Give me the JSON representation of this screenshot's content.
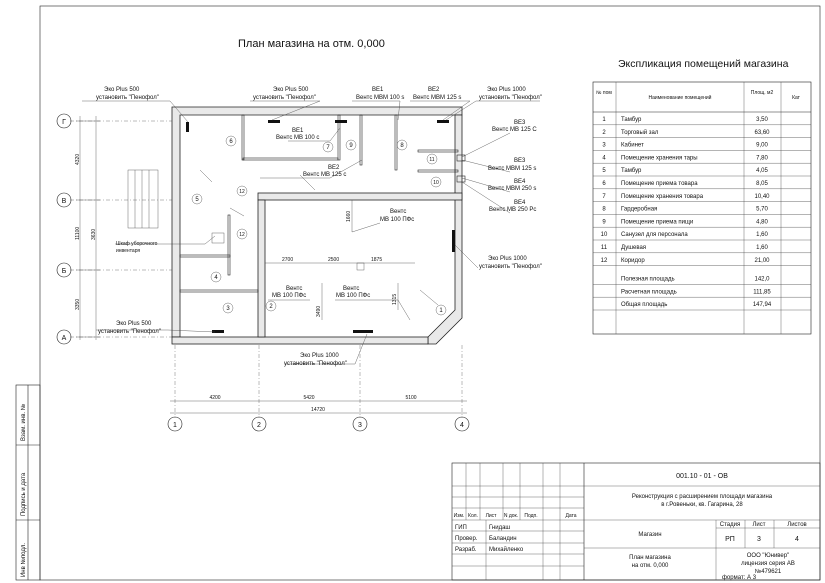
{
  "plan": {
    "title": "План магазина на отм. 0,000",
    "axes_rows": [
      "Г",
      "В",
      "Б",
      "А"
    ],
    "axes_cols": [
      "1",
      "2",
      "3",
      "4"
    ],
    "dims_left": [
      "4320",
      "3630",
      "11100",
      "3350"
    ],
    "dims_bottom": [
      "4200",
      "5420",
      "5100"
    ],
    "dim_total": "14720",
    "dims_inner": [
      "2700",
      "2500",
      "1875",
      "1660",
      "3490",
      "1315"
    ],
    "room_nums": [
      "1",
      "2",
      "3",
      "4",
      "5",
      "6",
      "7",
      "8",
      "9",
      "10",
      "11",
      "12",
      "12"
    ],
    "labels": {
      "eko_tl_1": "Эко Plus 500",
      "eko_tl_2": "установить \"Пенофол\"",
      "eko_tm_1": "Эко Plus 500",
      "eko_tm_2": "установить \"Пенофол\"",
      "be1_top_1": "ВЕ1",
      "be1_top_2": "Вентс МВМ 100 s",
      "be2_top_1": "ВЕ2",
      "be2_top_2": "Вентс МВМ 125 s",
      "eko_tr_1": "Эко Plus 1000",
      "eko_tr_2": "установить \"Пенофол\"",
      "be1_in_1": "ВЕ1",
      "be1_in_2": "Вентс МВ 100 с",
      "be2_in_1": "ВЕ2",
      "be2_in_2": "Вентс МВ 125 с",
      "be3a_1": "ВЕ3",
      "be3a_2": "Вентс МВ 125 С",
      "be3b_1": "ВЕ3",
      "be3b_2": "Вентс МВМ 125 s",
      "be4a_1": "ВЕ4",
      "be4a_2": "Вентс МВМ 250 s",
      "be4b_1": "ВЕ4",
      "be4b_2": "Вентс МВ 250 Рс",
      "vents_r_1": "Вентс",
      "vents_r_2": "МВ 100 ПФс",
      "vents_l_1": "Вентс",
      "vents_l_2": "МВ 100 ПФс",
      "vents_m_1": "Вентс",
      "vents_m_2": "МВ 100 ПФс",
      "eko_r_1": "Эко Plus 1000",
      "eko_r_2": "установить \"Пенофол\"",
      "eko_bl_1": "Эко Plus 500",
      "eko_bl_2": "установить \"Пенофол\"",
      "eko_bm_1": "Эко Plus 1000",
      "eko_bm_2": "установить \"Пенофол\"",
      "shkaf_1": "Шкаф уборочного",
      "shkaf_2": "инвентаря"
    }
  },
  "explication": {
    "title": "Экспликация помещений магазина",
    "headers": [
      "№ пом",
      "Наименование помещений",
      "Площ. м2",
      "Кат"
    ],
    "rows": [
      [
        "1",
        "Тамбур",
        "3,50",
        ""
      ],
      [
        "2",
        "Торговый зал",
        "63,60",
        ""
      ],
      [
        "3",
        "Кабинет",
        "9,00",
        ""
      ],
      [
        "4",
        "Помещение хранения тары",
        "7,80",
        ""
      ],
      [
        "5",
        "Тамбур",
        "4,05",
        ""
      ],
      [
        "6",
        "Помещение приема товара",
        "8,05",
        ""
      ],
      [
        "7",
        "Помещение хранения товара",
        "10,40",
        ""
      ],
      [
        "8",
        "Гардеробная",
        "5,70",
        ""
      ],
      [
        "9",
        "Помещение приема пищи",
        "4,80",
        ""
      ],
      [
        "10",
        "Санузел для персонала",
        "1,60",
        ""
      ],
      [
        "11",
        "Душевая",
        "1,60",
        ""
      ],
      [
        "12",
        "Коридор",
        "21,00",
        ""
      ]
    ],
    "totals": [
      [
        "Полезная площадь",
        "142,0"
      ],
      [
        "Расчетная площадь",
        "111,85"
      ],
      [
        "Общая площадь",
        "147,94"
      ]
    ]
  },
  "stamp": {
    "code": "001.10 - 01 - ОВ",
    "project_1": "Реконструкция с расширением площади магазина",
    "project_2": "в г.Ровеньки, кв. Гагарина, 28",
    "col_headers": [
      "Изм.",
      "Кол.",
      "Лист",
      "N док.",
      "Подп.",
      "Дата"
    ],
    "object": "Магазин",
    "stage_h": "Стадия",
    "sheet_h": "Лист",
    "sheets_h": "Листов",
    "stage": "РП",
    "sheet": "3",
    "sheets": "4",
    "roles": [
      [
        "ГИП",
        "Гнидаш"
      ],
      [
        "Провер.",
        "Баландин"
      ],
      [
        "Разраб.",
        "Михайленко"
      ]
    ],
    "drawing_1": "План магазина",
    "drawing_2": "на отм. 0,000",
    "org_1": "ООО \"Юнивер\"",
    "org_2": "лицензия серия АВ",
    "org_3": "№479621",
    "format": "формат: А 3"
  },
  "side_stamp": [
    "Взам. инв. №",
    "Подпись и дата",
    "Инв №подл."
  ]
}
